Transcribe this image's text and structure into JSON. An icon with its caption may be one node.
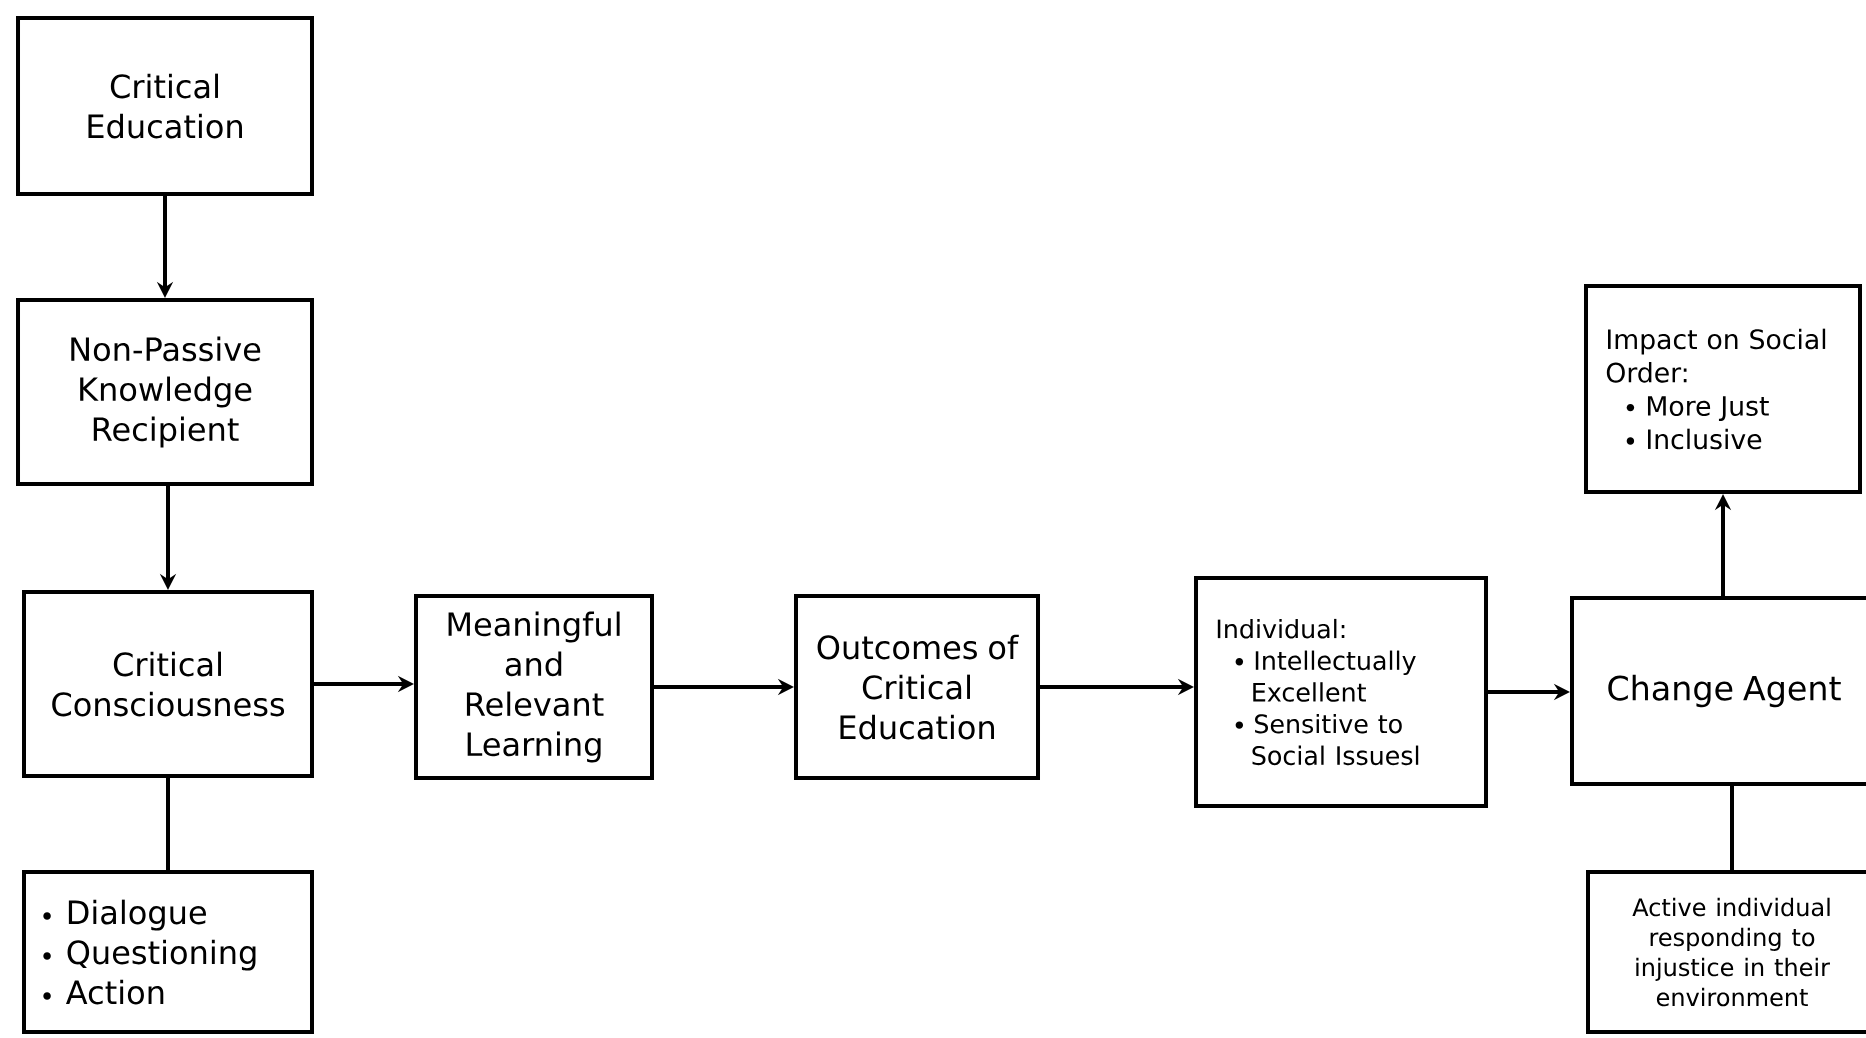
{
  "diagram": {
    "nodes": [
      {
        "text": [
          "Critical Education"
        ]
      },
      {
        "text": [
          "Non-Passive Knowledge Recipient"
        ]
      },
      {
        "text": [
          "Critical Consciousness"
        ]
      },
      {
        "text": [
          "Dialogue",
          "Questioning",
          "Action"
        ]
      },
      {
        "text": [
          "Meaningful and Relevant Learning"
        ]
      },
      {
        "text": [
          "Outcomes of Critical Education"
        ]
      },
      {
        "text": [
          "Individual:",
          "Intellectually Excellent",
          "Sensitive to Social Issuesl"
        ]
      },
      {
        "text": [
          "Impact on Social Order:",
          "More Just",
          "Inclusive"
        ]
      },
      {
        "text": [
          "Change Agent"
        ]
      },
      {
        "text": [
          "Active individual responding to injustice in their environment"
        ]
      }
    ],
    "edges": [
      {
        "from": 0,
        "to": 1,
        "arrow": "to"
      },
      {
        "from": 1,
        "to": 2,
        "arrow": "to"
      },
      {
        "from": 2,
        "to": 3,
        "arrow": "none"
      },
      {
        "from": 2,
        "to": 4,
        "arrow": "to"
      },
      {
        "from": 4,
        "to": 5,
        "arrow": "to"
      },
      {
        "from": 5,
        "to": 6,
        "arrow": "to"
      },
      {
        "from": 6,
        "to": 8,
        "arrow": "to"
      },
      {
        "from": 8,
        "to": 7,
        "arrow": "to"
      },
      {
        "from": 8,
        "to": 9,
        "arrow": "none"
      }
    ]
  }
}
